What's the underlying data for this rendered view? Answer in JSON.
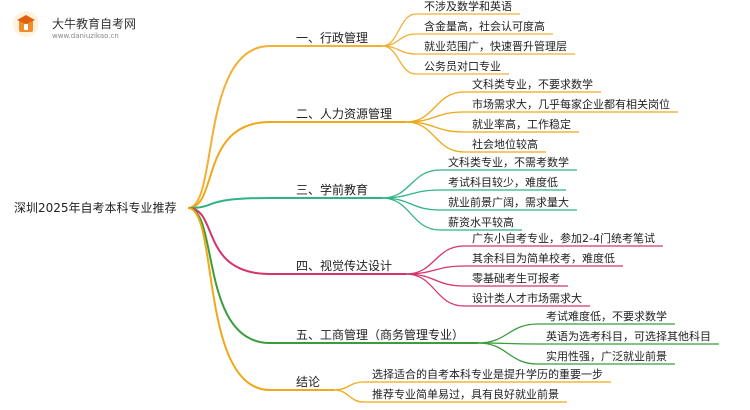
{
  "brand": {
    "name": "大牛教育自考网",
    "url": "www.daniuzikao.cn"
  },
  "mindmap": {
    "root": "深圳2025年自考本科专业推荐",
    "branches": [
      {
        "label": "一、行政管理",
        "color": "#f2b035",
        "leaves": [
          "不涉及数学和英语",
          "含金量高，社会认可度高",
          "就业范围广，快速晋升管理层",
          "公务员对口专业"
        ]
      },
      {
        "label": "二、人力资源管理",
        "color": "#f0a818",
        "leaves": [
          "文科类专业，不要求数学",
          "市场需求大，几乎每家企业都有相关岗位",
          "就业率高，工作稳定",
          "社会地位较高"
        ]
      },
      {
        "label": "三、学前教育",
        "color": "#2fb383",
        "leaves": [
          "文科类专业，不需考数学",
          "考试科目较少，难度低",
          "就业前景广阔，需求量大",
          "薪资水平较高"
        ]
      },
      {
        "label": "四、视觉传达设计",
        "color": "#d6336c",
        "leaves": [
          "广东小自考专业，参加2-4门统考笔试",
          "其余科目为简单校考，难度低",
          "零基础考生可报考",
          "设计类人才市场需求大"
        ]
      },
      {
        "label": "五、工商管理（商务管理专业）",
        "color": "#3a9c3a",
        "leaves": [
          "考试难度低，不要求数学",
          "英语为选考科目，可选择其他科目",
          "实用性强，广泛就业前景"
        ]
      },
      {
        "label": "结论",
        "color": "#f0a818",
        "leaves": [
          "选择适合的自考本科专业是提升学历的重要一步",
          "推荐专业简单易过，具有良好就业前景"
        ]
      }
    ]
  }
}
